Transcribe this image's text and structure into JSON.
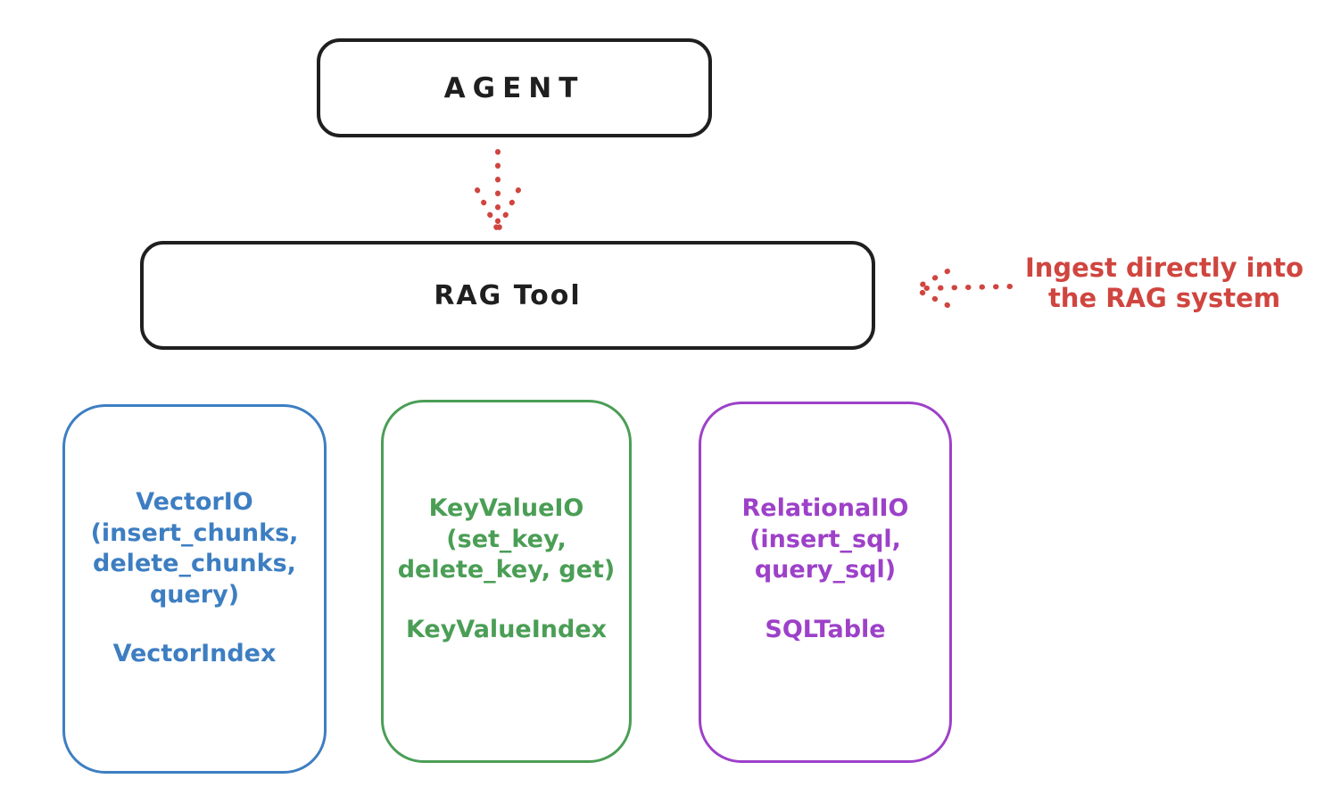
{
  "diagram": {
    "agent": {
      "label": "AGENT"
    },
    "rag_tool": {
      "label": "RAG Tool"
    },
    "annotation": {
      "line1": "Ingest directly into",
      "line2": "the RAG system"
    },
    "storage_boxes": [
      {
        "id": "vector-io",
        "lines": [
          "VectorIO",
          "(insert_chunks,",
          "delete_chunks,",
          "query)"
        ],
        "index_label": "VectorIndex",
        "color": "#3d7ec2"
      },
      {
        "id": "keyvalue-io",
        "lines": [
          "KeyValueIO",
          "(set_key,",
          "delete_key, get)"
        ],
        "index_label": "KeyValueIndex",
        "color": "#4a9e55"
      },
      {
        "id": "relational-io",
        "lines": [
          "RelationalIO",
          "(insert_sql,",
          "query_sql)"
        ],
        "index_label": "SQLTable",
        "color": "#9d41c9"
      }
    ],
    "arrows": [
      {
        "name": "agent-to-rag-tool",
        "style": "dotted",
        "direction": "down"
      },
      {
        "name": "annotation-to-rag-tool",
        "style": "dotted",
        "direction": "left"
      }
    ],
    "colors": {
      "stroke": "#1f1f1f",
      "red": "#d0453f",
      "blue": "#3d7ec2",
      "green": "#4a9e55",
      "purple": "#9d41c9"
    }
  }
}
